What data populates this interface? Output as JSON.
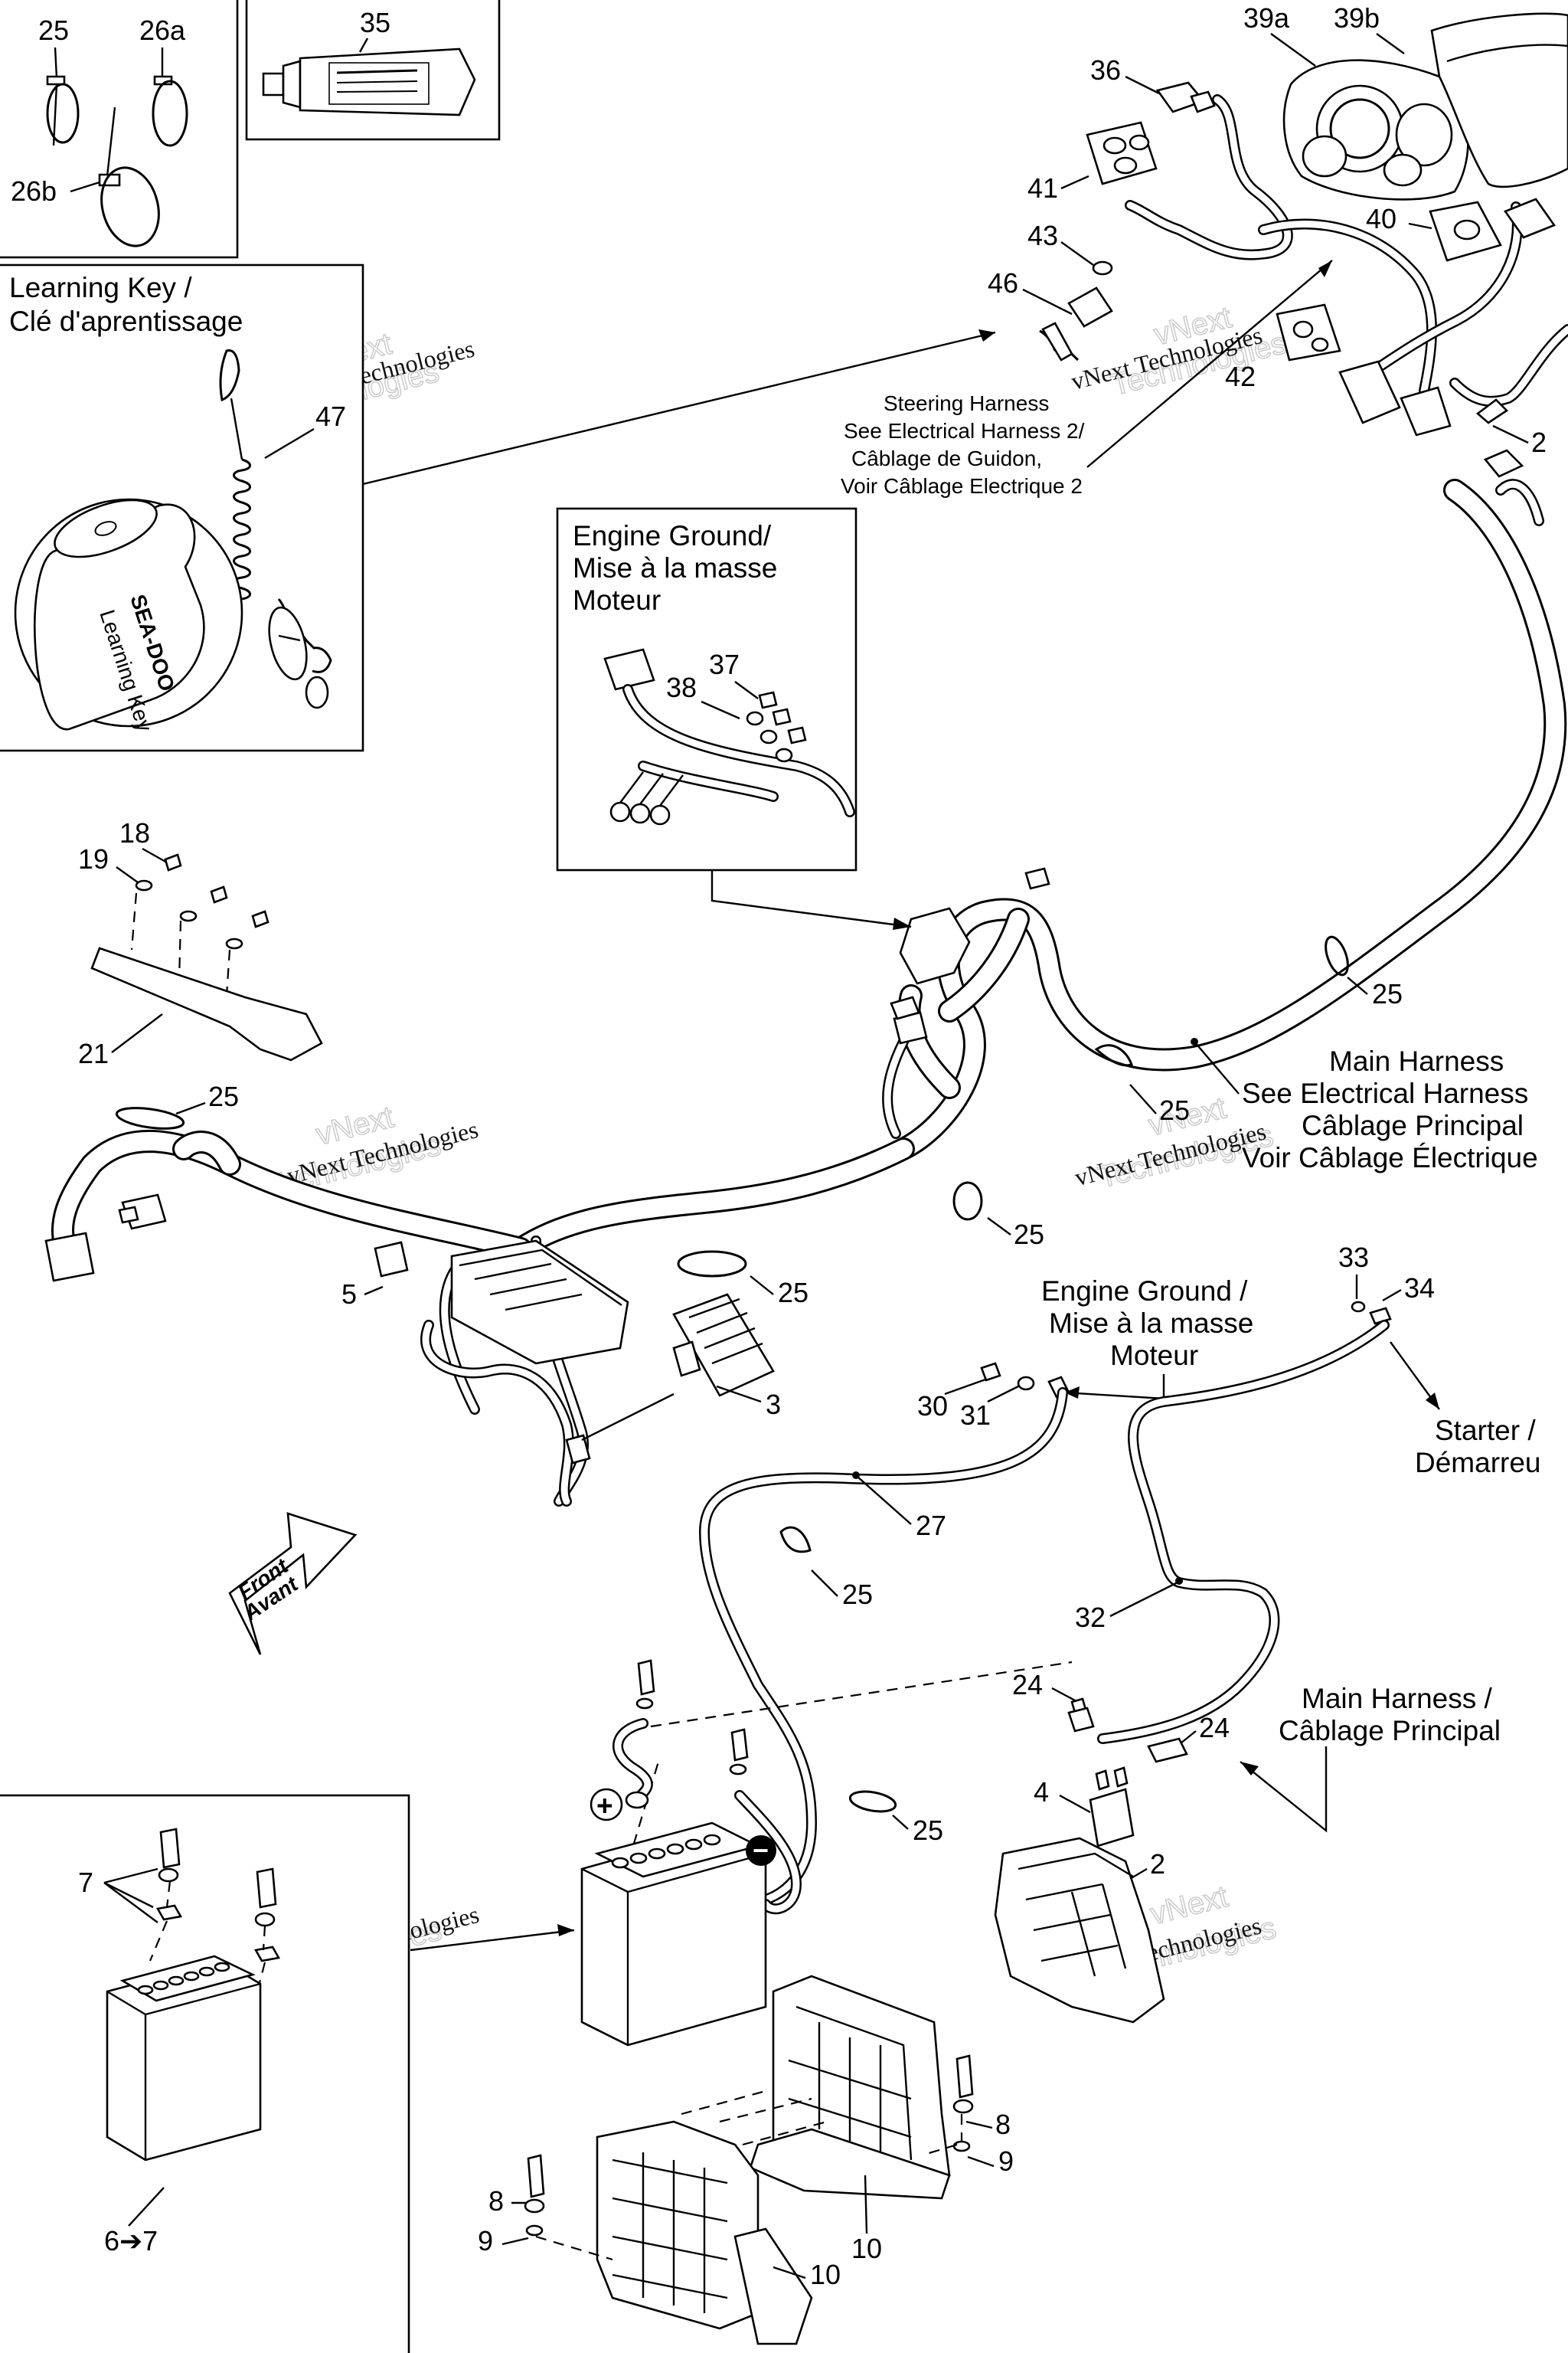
{
  "callouts": {
    "c25_top": "25",
    "c26a": "26a",
    "c26b": "26b",
    "c35": "35",
    "c39a": "39a",
    "c39b": "39b",
    "c36": "36",
    "c41": "41",
    "c43": "43",
    "c40": "40",
    "c46": "46",
    "c42": "42",
    "c2_top": "2",
    "c47": "47",
    "c37": "37",
    "c38": "38",
    "c18": "18",
    "c19": "19",
    "c21": "21",
    "c25_a": "25",
    "c25_b": "25",
    "c25_c": "25",
    "c25_d": "25",
    "c25_e": "25",
    "c25_f": "25",
    "c25_g": "25",
    "c5": "5",
    "c3": "3",
    "c33": "33",
    "c34": "34",
    "c30": "30",
    "c31": "31",
    "c27": "27",
    "c32": "32",
    "c24_a": "24",
    "c24_b": "24",
    "c4": "4",
    "c2": "2",
    "c7": "7",
    "c6to7": "6➔7",
    "c8_a": "8",
    "c9_a": "9",
    "c8_b": "8",
    "c9_b": "9",
    "c10_a": "10",
    "c10_b": "10"
  },
  "labels": {
    "learning_key_1": "Learning Key /",
    "learning_key_2": "Clé d'aprentissage",
    "steering_1": "Steering Harness",
    "steering_2": "See Electrical Harness 2/",
    "steering_3": "Câblage de Guidon,",
    "steering_4": "Voir Câblage Electrique 2",
    "engine_ground_box_1": "Engine Ground/",
    "engine_ground_box_2": "Mise à la masse",
    "engine_ground_box_3": "Moteur",
    "main_harness_1": "Main Harness",
    "main_harness_2": "See Electrical Harness",
    "main_harness_3": "Câblage Principal",
    "main_harness_4": "Voir Câblage Électrique",
    "engine_ground_1": "Engine Ground /",
    "engine_ground_2": "Mise à la masse",
    "engine_ground_3": "Moteur",
    "starter_1": "Starter /",
    "starter_2": "Démarreu",
    "main_harness_b1": "Main Harness /",
    "main_harness_b2": "Câblage Principal",
    "front_1": "Front",
    "front_2": "Avant",
    "plus": "+",
    "minus": "−"
  },
  "key_text": {
    "brand": "SEA-DOO",
    "tag": "Learning Key"
  },
  "watermark": {
    "line1": "vNext",
    "line2": "Technologies",
    "line3": "vNext Technologies"
  }
}
